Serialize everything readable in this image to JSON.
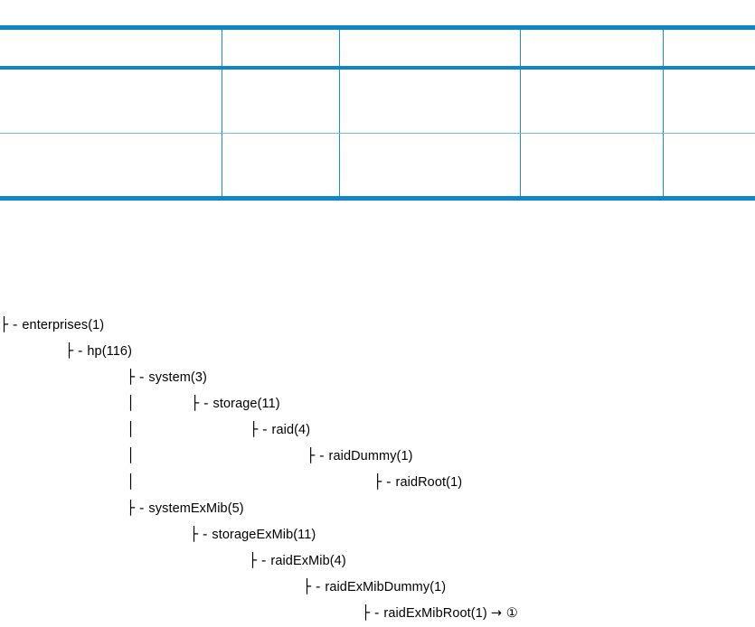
{
  "table": {
    "name": "mib-attribute-table",
    "border_color": "#0f87c7",
    "inner_border_color": "#1b8fcc",
    "light_divider_color": "#6ec1e8",
    "columns": [
      "",
      "",
      "",
      "",
      ""
    ],
    "header_cells": [
      "",
      "",
      "",
      "",
      ""
    ],
    "rows": [
      [
        "",
        "",
        "",
        "",
        ""
      ],
      [
        "",
        "",
        "",
        "",
        ""
      ]
    ]
  },
  "tree": {
    "name": "mib-oid-tree",
    "branch_glyph": "├",
    "dash_glyph": "-",
    "pipe_glyph": "│",
    "arrow_glyph": "→",
    "nodes": [
      {
        "indent": 0,
        "connector": "├ - ",
        "label": "enterprises(1)",
        "xref": ""
      },
      {
        "indent": 72,
        "connector": "├ - ",
        "label": "hp(116)",
        "xref": ""
      },
      {
        "indent": 140,
        "connector": "├ - ",
        "label": "system(3)",
        "xref": ""
      },
      {
        "indent": 140,
        "connector": "│",
        "label": "",
        "xref": "",
        "child": {
          "indent": 62,
          "connector": "├ - ",
          "label": "storage(11)"
        }
      },
      {
        "indent": 140,
        "connector": "│",
        "label": "",
        "xref": "",
        "child": {
          "indent": 127,
          "connector": "├ - ",
          "label": "raid(4)"
        }
      },
      {
        "indent": 140,
        "connector": "│",
        "label": "",
        "xref": "",
        "child": {
          "indent": 190,
          "connector": "├ - ",
          "label": "raidDummy(1)"
        }
      },
      {
        "indent": 140,
        "connector": "│",
        "label": "",
        "xref": "",
        "child": {
          "indent": 264,
          "connector": "├ - ",
          "label": "raidRoot(1)"
        }
      },
      {
        "indent": 140,
        "connector": "├ - ",
        "label": "systemExMib(5)",
        "xref": ""
      },
      {
        "indent": 210,
        "connector": "├ - ",
        "label": "storageExMib(11)",
        "xref": ""
      },
      {
        "indent": 275,
        "connector": "├ - ",
        "label": "raidExMib(4)",
        "xref": ""
      },
      {
        "indent": 335,
        "connector": "├ - ",
        "label": "raidExMibDummy(1)",
        "xref": ""
      },
      {
        "indent": 400,
        "connector": "├ - ",
        "label": "raidExMibRoot(1)",
        "xref": "→ ①"
      }
    ]
  }
}
